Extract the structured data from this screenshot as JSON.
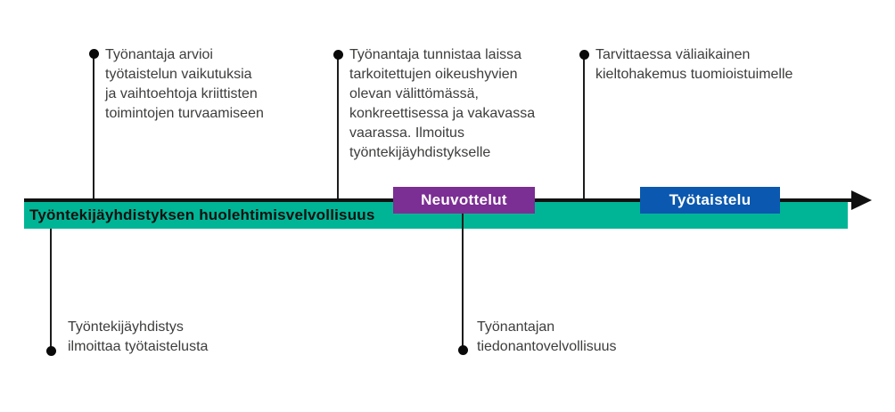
{
  "diagram": {
    "bar": {
      "label": "Työntekijäyhdistyksen huolehtimisvelvollisuus",
      "color": "#00b596"
    },
    "phases": [
      {
        "label": "Neuvottelut",
        "color": "#7b2e93"
      },
      {
        "label": "Työtaistelu",
        "color": "#0a58af"
      }
    ],
    "annotations_top": [
      {
        "text": "Työnantaja arvioi\ntyötaistelun vaikutuksia\nja vaihtoehtoja kriittisten\ntoimintojen turvaamiseen"
      },
      {
        "text": "Työnantaja tunnistaa laissa\ntarkoitettujen oikeushyvien\nolevan välittömässä,\nkonkreettisessa ja vakavassa\nvaarassa. Ilmoitus\ntyöntekijäyhdistykselle"
      },
      {
        "text": "Tarvittaessa väliaikainen\nkieltohakemus tuomioistuimelle"
      }
    ],
    "annotations_bottom": [
      {
        "text": "Työntekijäyhdistys\nilmoittaa työtaistelusta"
      },
      {
        "text": "Työnantajan\ntiedonantovelvollisuus"
      }
    ],
    "axis_color": "#111111",
    "text_color": "#3d3d3c"
  }
}
